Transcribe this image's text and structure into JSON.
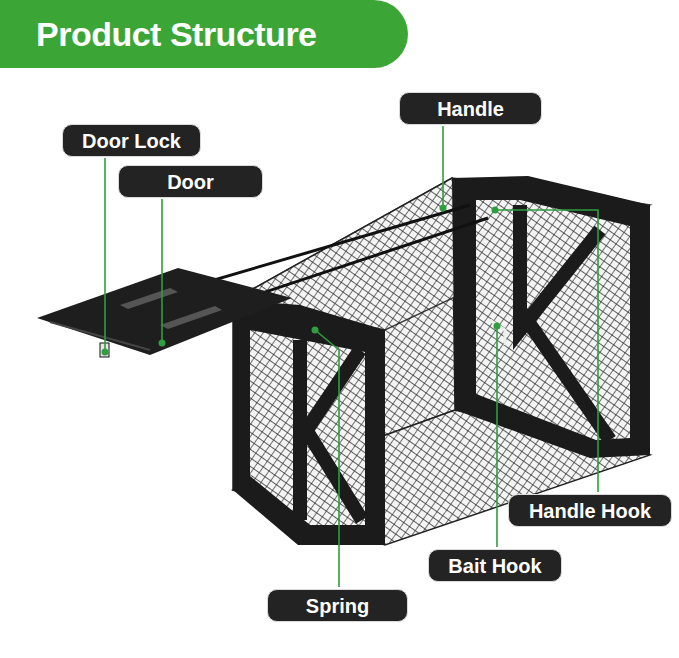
{
  "diagram": {
    "title": "Product Structure",
    "nodes": [
      {
        "text": [
          "Handle"
        ]
      },
      {
        "text": [
          "Door Lock"
        ]
      },
      {
        "text": [
          "Door"
        ]
      },
      {
        "text": [
          "Handle Hook"
        ]
      },
      {
        "text": [
          "Bait Hook"
        ]
      },
      {
        "text": [
          "Spring"
        ]
      }
    ]
  }
}
